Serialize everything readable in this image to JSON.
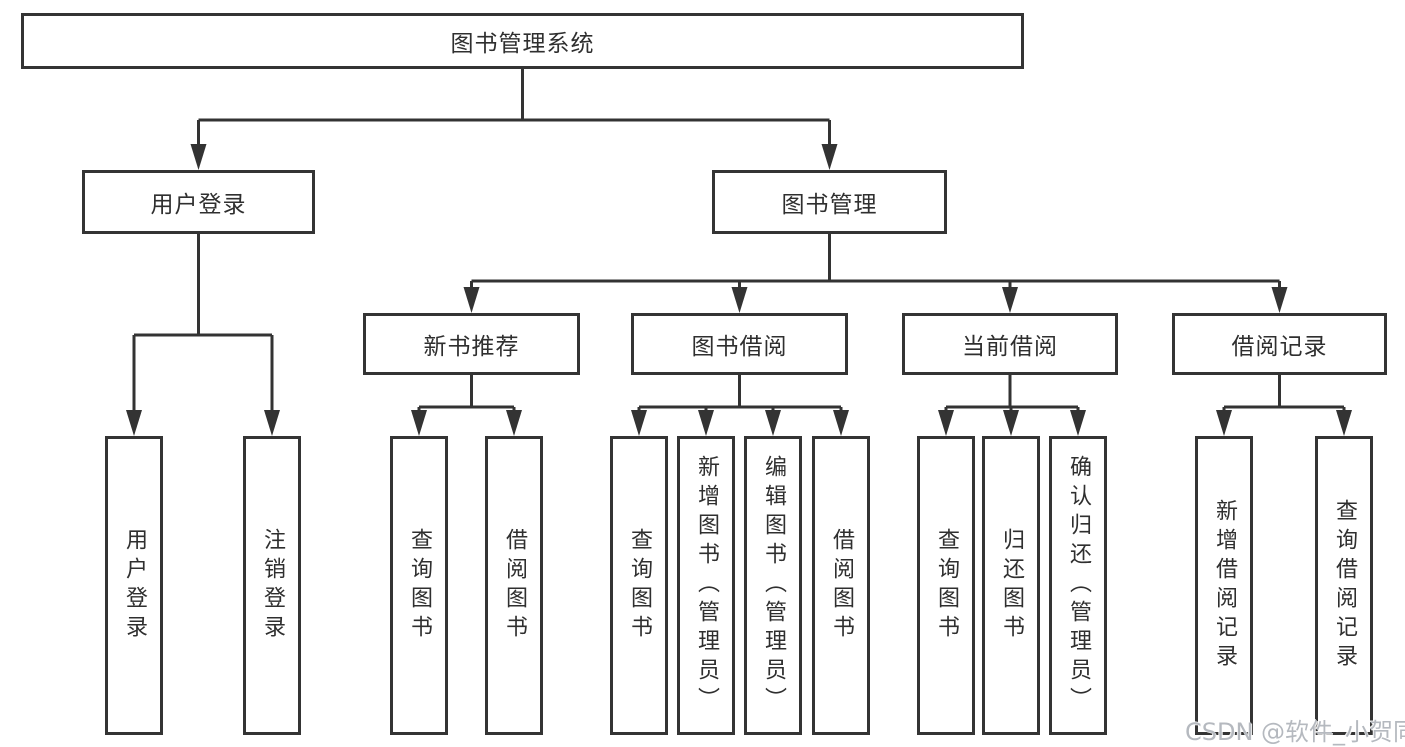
{
  "nodes": {
    "root": "图书管理系统",
    "login": "用户登录",
    "mgmt": "图书管理",
    "newbook": "新书推荐",
    "borrow": "图书借阅",
    "current": "当前借阅",
    "records": "借阅记录",
    "login_leaf1": "用户登录",
    "login_leaf2": "注销登录",
    "newbook_leaf1": "查询图书",
    "newbook_leaf2": "借阅图书",
    "borrow_leaf1": "查询图书",
    "borrow_leaf2": "新增图书（管理员）",
    "borrow_leaf3": "编辑图书（管理员）",
    "borrow_leaf4": "借阅图书",
    "current_leaf1": "查询图书",
    "current_leaf2": "归还图书",
    "current_leaf3": "确认归还（管理员）",
    "records_leaf1": "新增借阅记录",
    "records_leaf2": "查询借阅记录"
  },
  "tree": {
    "label": "图书管理系统",
    "children": [
      {
        "label": "用户登录",
        "children": [
          {
            "label": "用户登录"
          },
          {
            "label": "注销登录"
          }
        ]
      },
      {
        "label": "图书管理",
        "children": [
          {
            "label": "新书推荐",
            "children": [
              {
                "label": "查询图书"
              },
              {
                "label": "借阅图书"
              }
            ]
          },
          {
            "label": "图书借阅",
            "children": [
              {
                "label": "查询图书"
              },
              {
                "label": "新增图书（管理员）"
              },
              {
                "label": "编辑图书（管理员）"
              },
              {
                "label": "借阅图书"
              }
            ]
          },
          {
            "label": "当前借阅",
            "children": [
              {
                "label": "查询图书"
              },
              {
                "label": "归还图书"
              },
              {
                "label": "确认归还（管理员）"
              }
            ]
          },
          {
            "label": "借阅记录",
            "children": [
              {
                "label": "新增借阅记录"
              },
              {
                "label": "查询借阅记录"
              }
            ]
          }
        ]
      }
    ]
  },
  "watermark": "CSDN @软件_小贺同学",
  "colors": {
    "background": "#ffffff",
    "line": "#333333",
    "box_border": "#343434",
    "text": "#2f2f2f",
    "watermark": "#b5b9bf"
  }
}
